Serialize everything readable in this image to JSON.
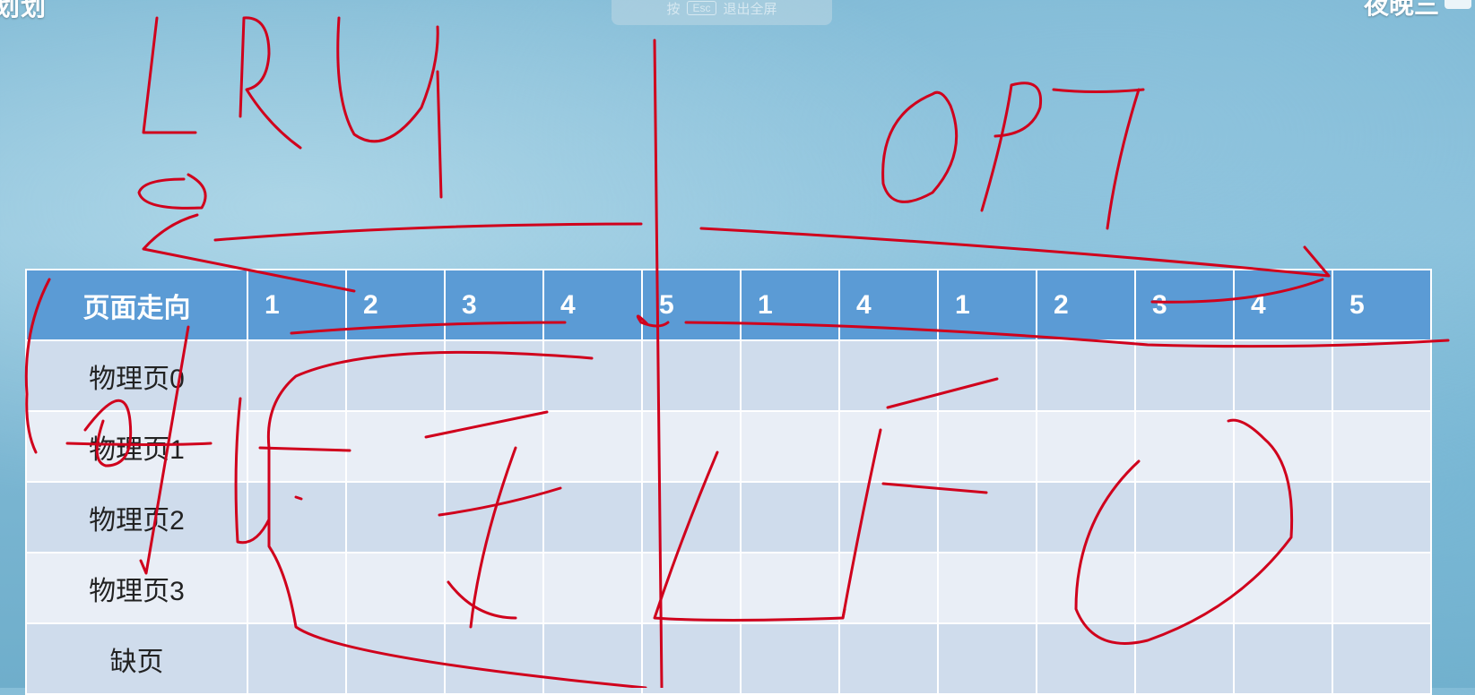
{
  "topbar": {
    "left_text": "划划",
    "esc_hint_prefix": "按",
    "esc_key": "Esc",
    "esc_hint_suffix": "退出全屏",
    "right_text": "夜晚三"
  },
  "table": {
    "header_label": "页面走向",
    "sequence": [
      "1",
      "2",
      "3",
      "4",
      "5",
      "1",
      "4",
      "1",
      "2",
      "3",
      "4",
      "5"
    ],
    "row_labels": [
      "物理页0",
      "物理页1",
      "物理页2",
      "物理页3",
      "缺页"
    ]
  },
  "colors": {
    "header_bg": "#5b9bd5",
    "row_dark": "#cfdcec",
    "row_light": "#e9eef6",
    "ink": "#d0001c"
  }
}
